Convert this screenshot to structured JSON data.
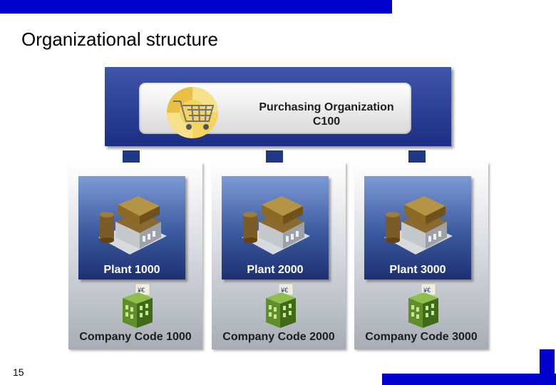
{
  "slide": {
    "title": "Organizational structure",
    "page_number": "15"
  },
  "purchasing_org": {
    "line1": "Purchasing Organization",
    "line2": "C100",
    "icon": "shopping-cart-icon"
  },
  "plants": [
    {
      "label": "Plant 1000",
      "company_code": "Company Code 1000"
    },
    {
      "label": "Plant 2000",
      "company_code": "Company Code 2000"
    },
    {
      "label": "Plant 3000",
      "company_code": "Company Code 3000"
    }
  ],
  "colors": {
    "accent_bar": "#0000cc",
    "org_box": "#2a3f95",
    "plant_box": "#3b5a9e",
    "arrow": "#1f3784"
  }
}
